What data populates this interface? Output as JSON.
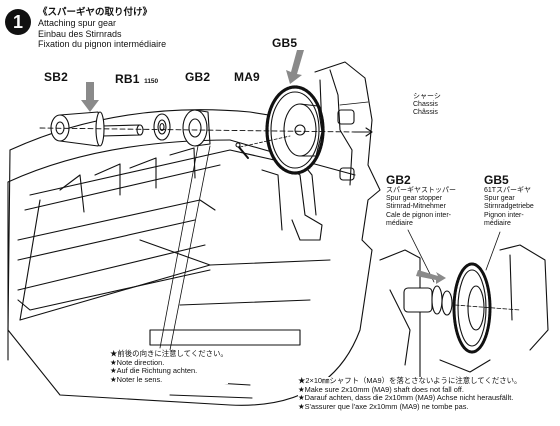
{
  "step": {
    "number": "1",
    "title_jp": "《スパーギヤの取り付け》",
    "title_en": "Attaching spur gear",
    "title_de": "Einbau des Stirnrads",
    "title_fr": "Fixation du pignon intermédiaire"
  },
  "parts": {
    "sb2": "SB2",
    "rb1": "RB1",
    "rb1_num": "1150",
    "gb2": "GB2",
    "ma9": "MA9",
    "gb5": "GB5"
  },
  "chassis": {
    "jp": "シャーシ",
    "en": "Chassis",
    "fr": "Châssis"
  },
  "inset_gb2": {
    "code": "GB2",
    "jp": "スパーギヤストッパー",
    "en": "Spur gear stopper",
    "de": "Stirnrad-Mitnehmer",
    "fr1": "Cale de pignon inter-",
    "fr2": "médiaire"
  },
  "inset_gb5": {
    "code": "GB5",
    "jp": "61Tスパーギヤ",
    "en": "Spur gear",
    "de": "Stirnradgetriebe",
    "fr1": "Pignon inter-",
    "fr2": "médiaire"
  },
  "note_direction": {
    "jp": "★前後の向きに注意してください。",
    "en": "★Note direction.",
    "de": "★Auf die Richtung achten.",
    "fr": "★Noter le sens."
  },
  "note_shaft": {
    "jp": "★2×10㎜シャフト（MA9）を落とさないように注意してください。",
    "en": "★Make sure 2x10mm (MA9) shaft does not fall off.",
    "de": "★Darauf achten, dass die 2x10mm (MA9) Achse nicht herausfällt.",
    "fr": "★S'assurer que l'axe 2x10mm (MA9) ne tombe pas."
  },
  "colors": {
    "ink": "#111111",
    "arrow_gray": "#8a8a8a",
    "shade": "#d8d8d8"
  }
}
